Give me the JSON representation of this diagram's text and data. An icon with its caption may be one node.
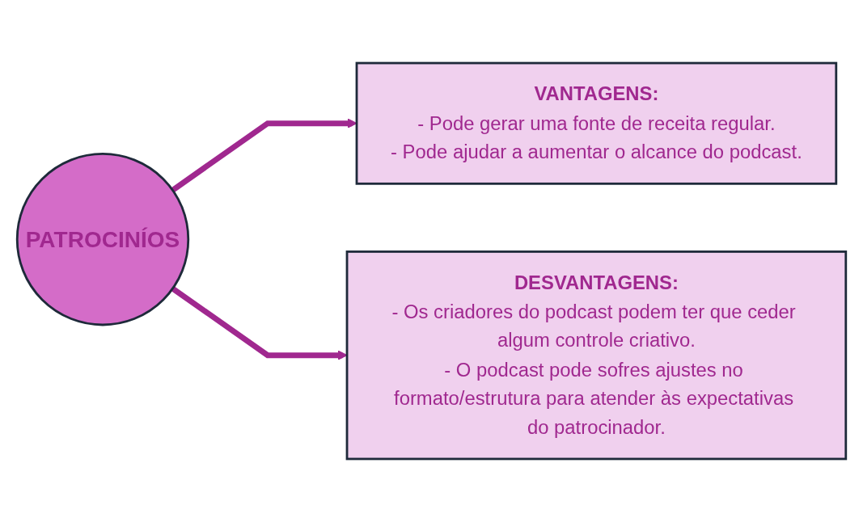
{
  "diagram": {
    "nodes": [
      {
        "text": [
          "PATROCINÍOS"
        ]
      },
      {
        "text": [
          "VANTAGENS:",
          "- Pode gerar uma fonte de receita regular.",
          "- Pode ajudar a aumentar o alcance do podcast."
        ]
      },
      {
        "text": [
          "DESVANTAGENS:",
          "- Os criadores do podcast podem ter que ceder algum controle criativo.",
          "- O podcast pode sofres ajustes no formato/estrutura para atender às expectativas do patrocinador."
        ]
      }
    ],
    "edges": [
      {
        "from": 0,
        "to": 1,
        "arrow": "to",
        "color": "#a0288f"
      },
      {
        "from": 0,
        "to": 2,
        "arrow": "to",
        "color": "#a0288f"
      }
    ]
  }
}
